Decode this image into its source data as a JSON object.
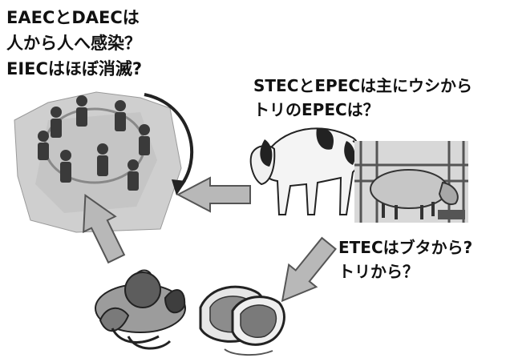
{
  "labels": {
    "human": [
      "EAECとDAECは",
      "人から人へ感染？",
      "EIECはほぼ消滅?"
    ],
    "cattle": [
      "STECとEPECは主にウシから",
      "トリのEPECは？"
    ],
    "pig": [
      "ETECはブタから?",
      "トリから？"
    ]
  },
  "icons": {
    "human_group": "people-circle-icon",
    "cow": "cow-icon",
    "pig": "pig-icon",
    "vegetables": "vegetables-icon",
    "meat": "meat-icon"
  },
  "colors": {
    "arrow_fill": "#b8b8b8",
    "arrow_stroke": "#555555",
    "text": "#111111"
  }
}
